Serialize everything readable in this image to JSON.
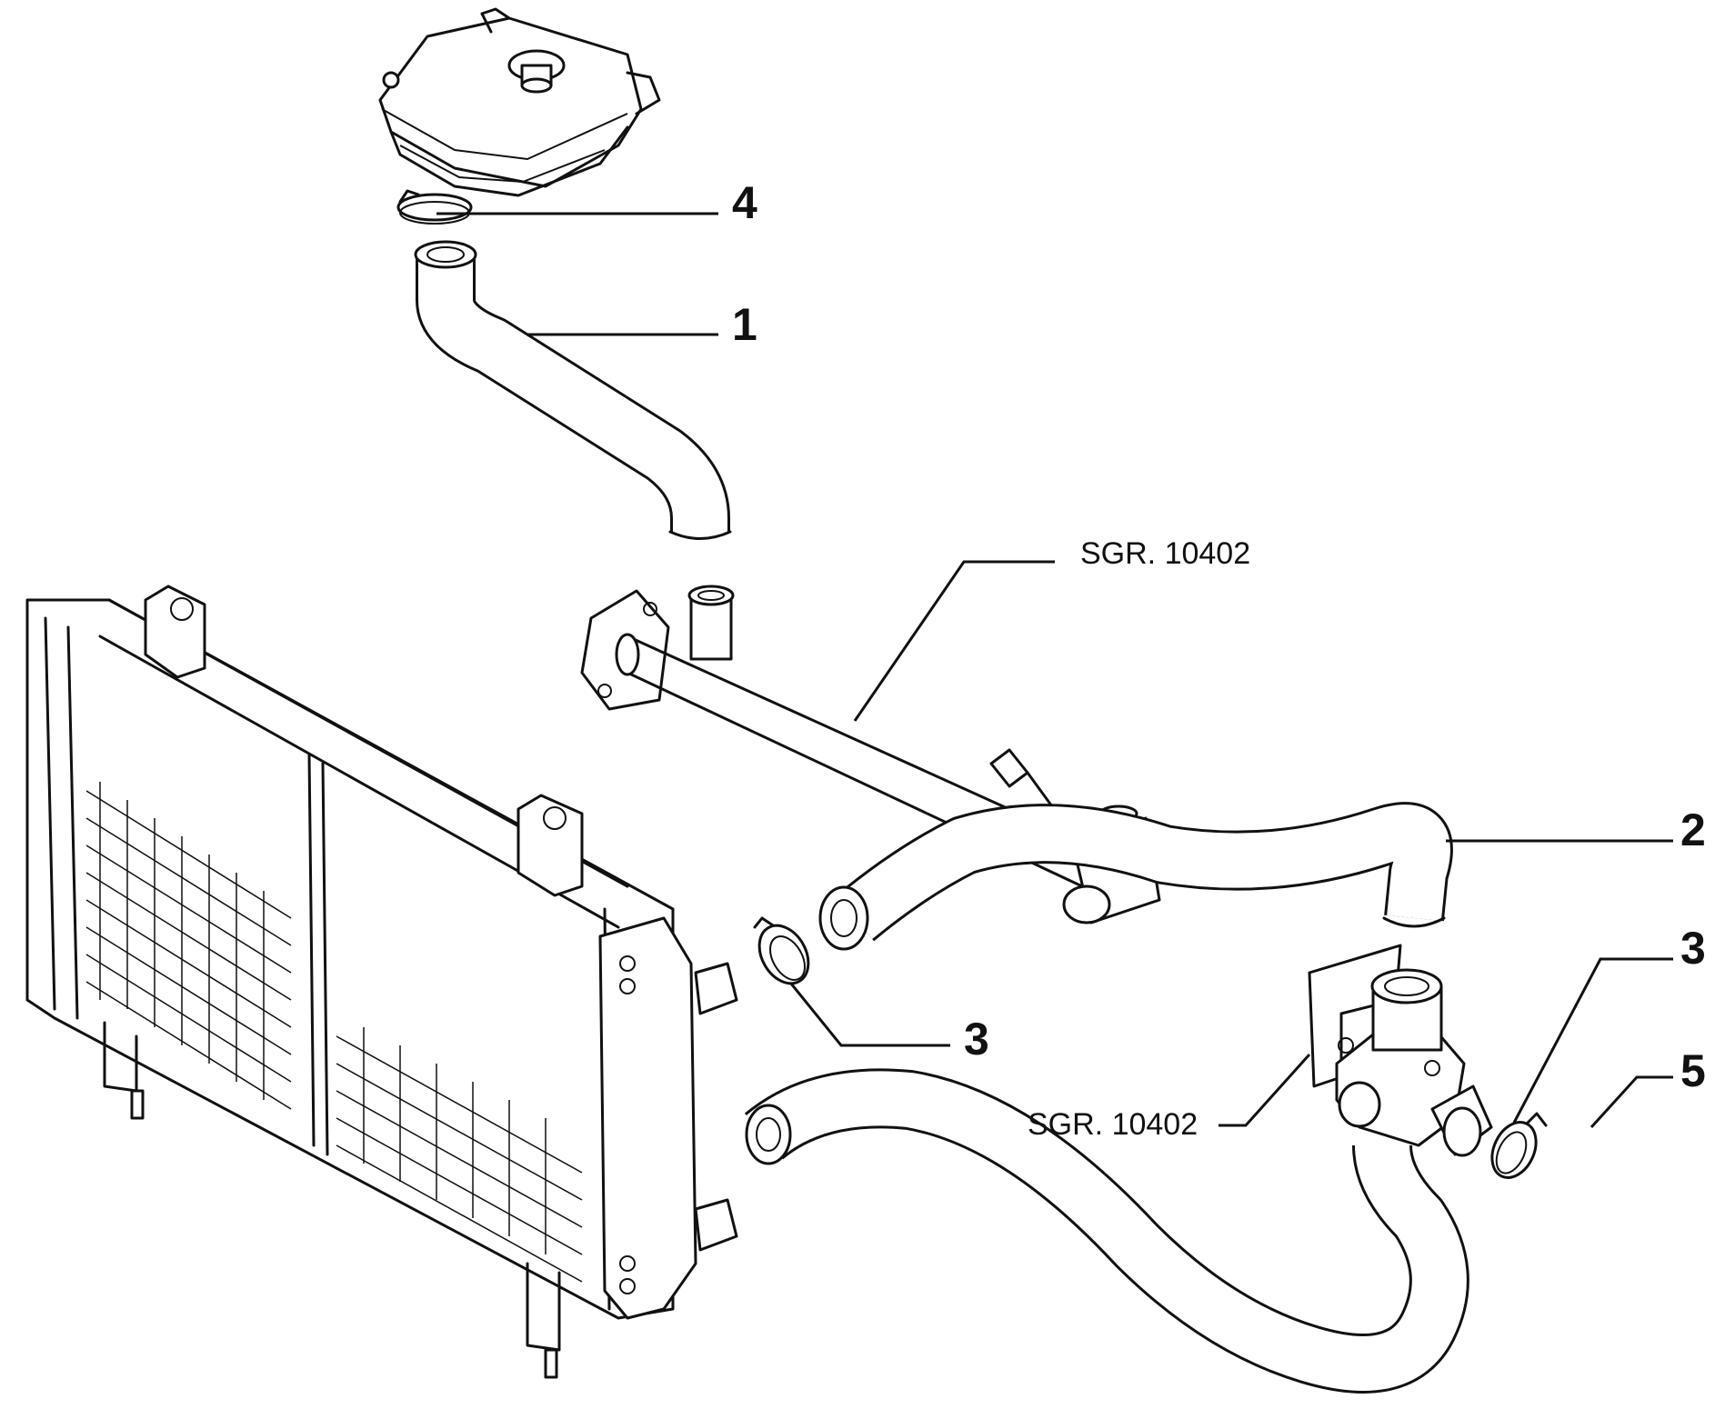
{
  "callouts": {
    "hose_upper": "1",
    "hose_mid": "2",
    "clamp_left": "3",
    "clamp_right": "3",
    "clamp_top": "4",
    "hose_lower": "5"
  },
  "references": {
    "pipe_ref": "SGR. 10402",
    "thermostat_ref": "SGR. 10402"
  },
  "colors": {
    "line": "#111111",
    "background": "#ffffff"
  }
}
